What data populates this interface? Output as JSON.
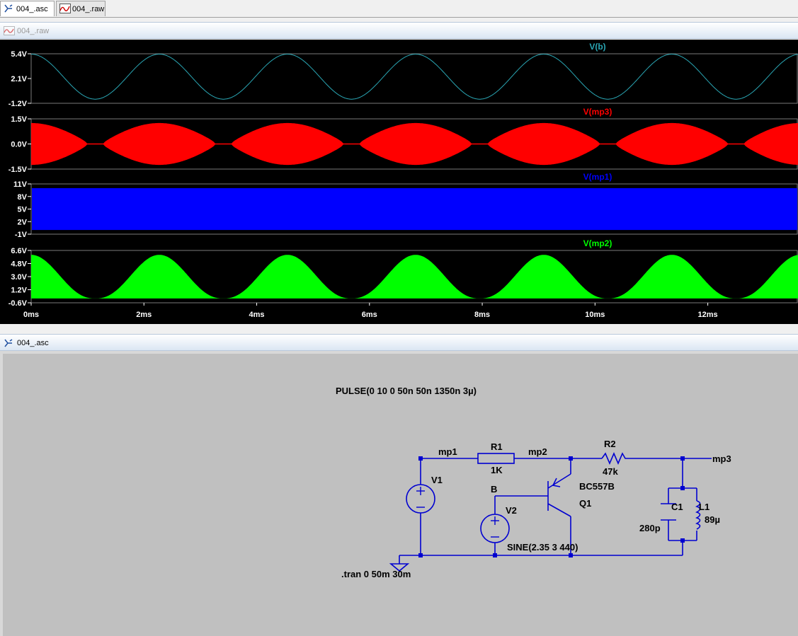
{
  "tabs": [
    {
      "label": "004_.asc",
      "icon": "schematic-icon",
      "active": true
    },
    {
      "label": "004_.raw",
      "icon": "waveform-icon",
      "active": false
    }
  ],
  "plot_window": {
    "title": "004_.raw",
    "icon": "waveform-icon"
  },
  "schematic_window": {
    "title": "004_.asc",
    "icon": "schematic-icon"
  },
  "colors": {
    "vb": "#2aa7b5",
    "vmp3": "#ff0000",
    "vmp1": "#0000ff",
    "vmp2": "#00ff00",
    "wire": "#0000d0",
    "schematic_bg": "#c0c0c0",
    "plot_bg": "#000000"
  },
  "chart_data": {
    "type": "line",
    "xlabel": "",
    "x_ticks": [
      "0ms",
      "2ms",
      "4ms",
      "6ms",
      "8ms",
      "10ms",
      "12ms"
    ],
    "x_unit": "ms",
    "xlim": [
      0,
      13.6
    ],
    "panes": [
      {
        "name": "V(b)",
        "y_ticks": [
          "5.4V",
          "2.1V",
          "-1.2V"
        ],
        "ylim": [
          -1.2,
          5.4
        ],
        "style": "line",
        "waveform": "sine",
        "offset": 2.35,
        "amplitude": 3,
        "freq_hz": 440
      },
      {
        "name": "V(mp3)",
        "y_ticks": [
          "1.5V",
          "0.0V",
          "-1.5V"
        ],
        "ylim": [
          -1.5,
          1.5
        ],
        "style": "filled-envelope",
        "envelope_peak": 1.25
      },
      {
        "name": "V(mp1)",
        "y_ticks": [
          "11V",
          "8V",
          "5V",
          "2V",
          "-1V"
        ],
        "ylim": [
          -1,
          11
        ],
        "style": "filled-band",
        "low": 0,
        "high": 10
      },
      {
        "name": "V(mp2)",
        "y_ticks": [
          "6.6V",
          "4.8V",
          "3.0V",
          "1.2V",
          "-0.6V"
        ],
        "ylim": [
          -0.6,
          6.6
        ],
        "style": "filled-envelope",
        "envelope_peak": 6.0
      }
    ]
  },
  "schematic": {
    "pulse_directive": "PULSE(0 10 0 50n 50n 1350n 3µ)",
    "sine_directive": "SINE(2.35 3 440)",
    "tran_directive": ".tran 0 50m 30m",
    "nets": {
      "mp1": "mp1",
      "mp2": "mp2",
      "mp3": "mp3",
      "b": "B"
    },
    "r1": {
      "name": "R1",
      "value": "1K"
    },
    "r2": {
      "name": "R2",
      "value": "47k"
    },
    "v1": {
      "name": "V1"
    },
    "v2": {
      "name": "V2"
    },
    "q1": {
      "name": "Q1",
      "model": "BC557B"
    },
    "c1": {
      "name": "C1",
      "value": "280p"
    },
    "l1": {
      "name": "L1",
      "value": "89µ"
    }
  }
}
